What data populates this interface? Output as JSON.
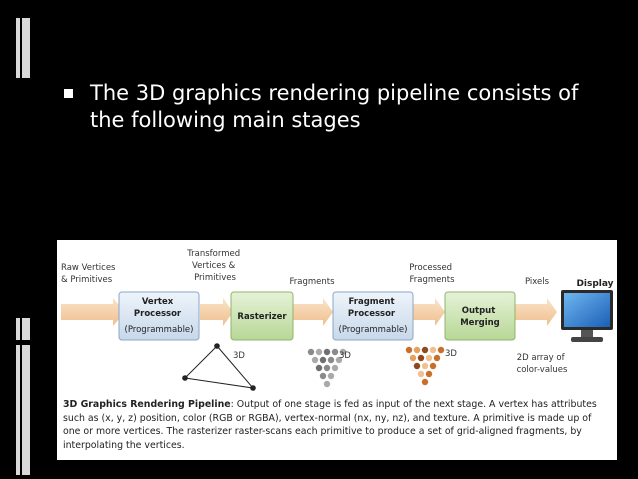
{
  "slide": {
    "bullet_text": "The 3D graphics rendering pipeline consists of the following main stages"
  },
  "diagram": {
    "inputs": {
      "raw": [
        "Raw Vertices",
        "& Primitives"
      ],
      "transformed": [
        "Transformed",
        "Vertices &",
        "Primitives"
      ],
      "fragments": "Fragments",
      "processed": [
        "Processed",
        "Fragments"
      ],
      "pixels": "Pixels",
      "display": "Display"
    },
    "stages": {
      "vertex": [
        "Vertex",
        "Processor",
        "(Programmable)"
      ],
      "rasterizer": "Rasterizer",
      "fragment": [
        "Fragment",
        "Processor",
        "(Programmable)"
      ],
      "output": [
        "Output",
        "Merging"
      ]
    },
    "illustrations": {
      "label_3d": "3D",
      "array": [
        "2D array of",
        "color-values"
      ]
    },
    "caption": {
      "title": "3D Graphics Rendering Pipeline",
      "text": ": Output of one stage is fed as input of the next stage. A vertex has attributes such as (x, y, z) position, color (RGB or RGBA), vertex-normal (nx, ny, nz), and texture. A primitive is made up of one or more vertices. The rasterizer raster-scans each primitive to produce a set of grid-aligned fragments, by interpolating the vertices."
    }
  },
  "colors": {
    "background": "#000000",
    "stage_box": "#d6e3f0",
    "rasterizer_box": "#c6dfa8",
    "arrow": "#f1c79a"
  }
}
